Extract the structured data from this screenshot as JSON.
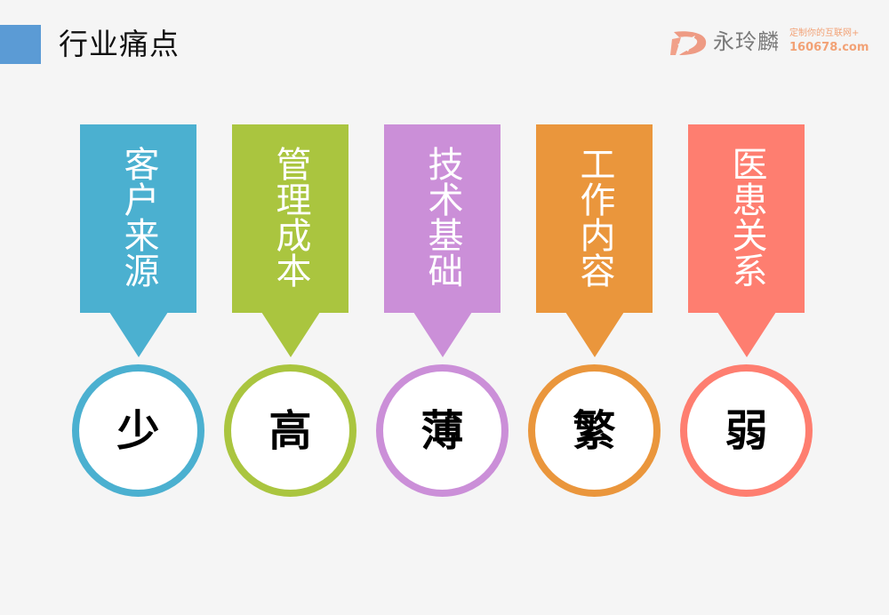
{
  "header": {
    "title": "行业痛点",
    "accent_color": "#5b9bd5"
  },
  "logo": {
    "icon": "stylized-d-logo-icon",
    "name": "永玲麟",
    "slogan": "定制你的互联网+",
    "url": "160678.com",
    "color": "#f2a276"
  },
  "items": [
    {
      "label": "客户来源",
      "value": "少",
      "color": "#4bb0d0"
    },
    {
      "label": "管理成本",
      "value": "高",
      "color": "#aac53f"
    },
    {
      "label": "技术基础",
      "value": "薄",
      "color": "#cb8fd8"
    },
    {
      "label": "工作内容",
      "value": "繁",
      "color": "#ea963c"
    },
    {
      "label": "医患关系",
      "value": "弱",
      "color": "#fe7e70"
    }
  ]
}
